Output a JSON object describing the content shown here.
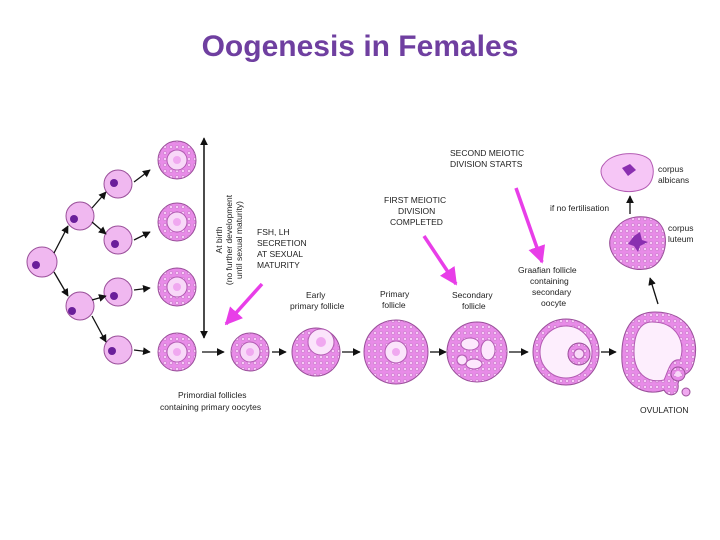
{
  "title": "Oogenesis in Females",
  "labels": {
    "at_birth": "At birth",
    "no_further": "(no further development",
    "until_maturity": "until sexual maturity)",
    "fsh1": "FSH, LH",
    "fsh2": "SECRETION",
    "fsh3": "AT SEXUAL",
    "fsh4": "MATURITY",
    "early1": "Early",
    "early2": "primary follicle",
    "primary1": "Primary",
    "primary2": "follicle",
    "first1": "FIRST MEIOTIC",
    "first2": "DIVISION",
    "first3": "COMPLETED",
    "secondary1": "Secondary",
    "secondary2": "follicle",
    "second1": "SECOND MEIOTIC",
    "second2": "DIVISION STARTS",
    "graaf1": "Graafian follicle",
    "graaf2": "containing",
    "graaf3": "secondary",
    "graaf4": "oocyte",
    "nofert": "if no fertilisation",
    "albicans1": "corpus",
    "albicans2": "albicans",
    "luteum1": "corpus",
    "luteum2": "luteum",
    "primordial1": "Primordial follicles",
    "primordial2": "containing primary oocytes",
    "ovulation": "OVULATION"
  },
  "colors": {
    "title": "#6f3fa0",
    "cell_fill": "#f0b8f0",
    "cell_stroke": "#9a4f9a",
    "follicle_fill": "#e88be8",
    "nucleus": "#6a1f9a",
    "highlight_arrow": "#e83ee8",
    "arrow": "#111111"
  }
}
